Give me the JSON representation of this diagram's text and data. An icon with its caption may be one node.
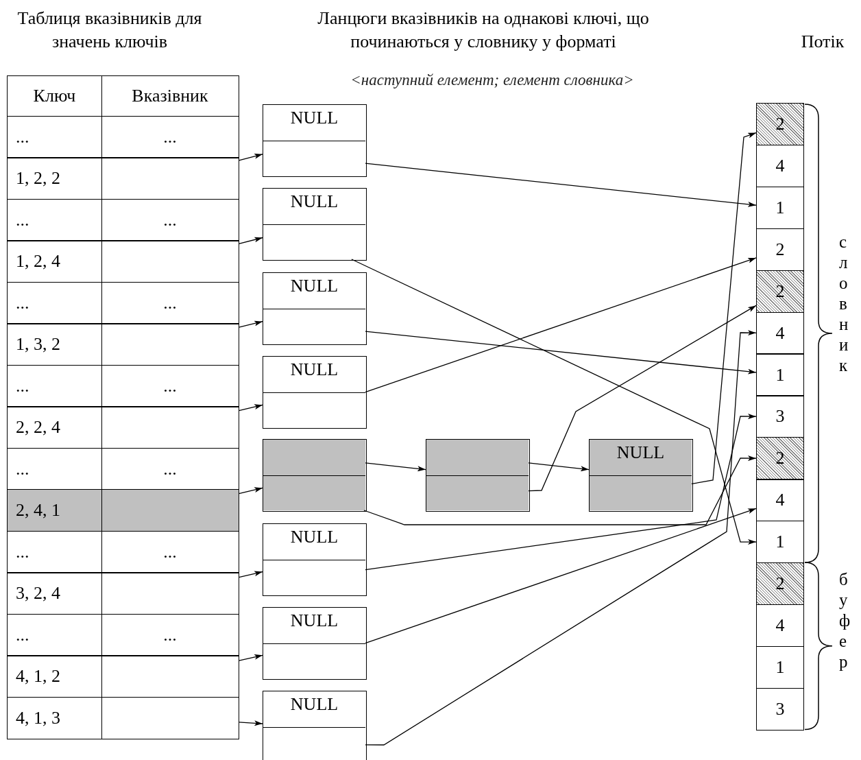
{
  "diagram": {
    "nodes": [
      {
        "text": [],
        "shape": "box"
      },
      {
        "text": [],
        "shape": "box"
      },
      {
        "text": [],
        "shape": "box"
      },
      {
        "text": [],
        "shape": "box"
      },
      {
        "text": [],
        "shape": "box"
      },
      {
        "text": [],
        "shape": "box"
      },
      {
        "text": [],
        "shape": "box"
      },
      {
        "text": [],
        "shape": "box"
      },
      {
        "text": [],
        "shape": "box"
      },
      {
        "text": [
          "NULL"
        ],
        "in": 8
      },
      {
        "text": [],
        "shape": "box",
        "in": 8
      },
      {
        "text": [],
        "shape": "box"
      },
      {
        "text": [
          "NULL"
        ],
        "in": 11
      },
      {
        "text": [],
        "shape": "box",
        "in": 11
      },
      {
        "text": [],
        "shape": "box"
      },
      {
        "text": [
          "NULL"
        ],
        "in": 14
      },
      {
        "text": [],
        "shape": "box",
        "in": 14
      },
      {
        "text": [],
        "shape": "box"
      },
      {
        "text": [
          "NULL"
        ],
        "in": 17
      },
      {
        "text": [],
        "shape": "box",
        "in": 17
      },
      {
        "text": [],
        "shape": "box"
      },
      {
        "text": [],
        "shape": "box",
        "in": 20
      },
      {
        "text": [],
        "shape": "box",
        "in": 20
      },
      {
        "text": [],
        "shape": "box"
      },
      {
        "text": [],
        "shape": "box",
        "in": 23
      },
      {
        "text": [],
        "shape": "box",
        "in": 23
      },
      {
        "text": [],
        "shape": "box"
      },
      {
        "text": [
          "NULL"
        ],
        "in": 26
      },
      {
        "text": [],
        "shape": "box",
        "in": 26
      },
      {
        "text": [],
        "shape": "box"
      },
      {
        "text": [
          "NULL"
        ],
        "in": 29
      },
      {
        "text": [],
        "shape": "box",
        "in": 29
      },
      {
        "text": [],
        "shape": "box"
      },
      {
        "text": [
          "NULL"
        ],
        "in": 32
      },
      {
        "text": [],
        "shape": "box",
        "in": 32
      },
      {
        "text": [],
        "shape": "box"
      },
      {
        "text": [
          "NULL"
        ],
        "in": 35
      },
      {
        "text": [],
        "shape": "box",
        "in": 35
      },
      {
        "text": [
          "2"
        ]
      },
      {
        "text": [
          "4"
        ]
      },
      {
        "text": [
          "1"
        ]
      },
      {
        "text": [
          "2"
        ]
      },
      {
        "text": [
          "2"
        ]
      },
      {
        "text": [
          "4"
        ]
      },
      {
        "text": [
          "1"
        ]
      },
      {
        "text": [
          "3"
        ]
      },
      {
        "text": [
          "2"
        ]
      },
      {
        "text": [
          "4"
        ]
      },
      {
        "text": [
          "1"
        ]
      },
      {
        "text": [
          "2"
        ]
      },
      {
        "text": [
          "4"
        ]
      },
      {
        "text": [
          "1"
        ]
      },
      {
        "text": [
          "3"
        ]
      }
    ],
    "edges": [
      {
        "from": 0,
        "to": 8,
        "arrow": "to"
      },
      {
        "from": 1,
        "to": 11,
        "arrow": "to"
      },
      {
        "from": 2,
        "to": 14,
        "arrow": "to"
      },
      {
        "from": 3,
        "to": 17,
        "arrow": "to"
      },
      {
        "from": 4,
        "to": 20,
        "arrow": "to"
      },
      {
        "from": 5,
        "to": 29,
        "arrow": "to"
      },
      {
        "from": 6,
        "to": 32,
        "arrow": "to"
      },
      {
        "from": 7,
        "to": 35,
        "arrow": "to"
      },
      {
        "from": 10,
        "to": 40,
        "arrow": "to"
      },
      {
        "from": 13,
        "to": 48,
        "arrow": "to"
      },
      {
        "from": 16,
        "to": 44,
        "arrow": "to"
      },
      {
        "from": 19,
        "to": 41,
        "arrow": "to"
      },
      {
        "from": 21,
        "to": 23,
        "arrow": "to"
      },
      {
        "from": 22,
        "to": 46,
        "arrow": "to"
      },
      {
        "from": 24,
        "to": 26,
        "arrow": "to"
      },
      {
        "from": 25,
        "to": 42,
        "arrow": "to"
      },
      {
        "from": 28,
        "to": 38,
        "arrow": "to"
      },
      {
        "from": 31,
        "to": 45,
        "arrow": "to"
      },
      {
        "from": 34,
        "to": 47,
        "arrow": "to"
      },
      {
        "from": 37,
        "to": 43,
        "arrow": "to"
      }
    ],
    "labels": [
      "Таблиця вказівників для значень ключів",
      "Ланцюги вказівників на однакові ключі, що починаються у словнику у форматі",
      "Потік",
      "<наступний елемент; елемент словника>",
      "Ключ",
      "Вказівник",
      "...",
      "...",
      "1, 2, 2",
      "...",
      "...",
      "1, 2, 4",
      "...",
      "...",
      "1, 3, 2",
      "...",
      "...",
      "2, 2, 4",
      "...",
      "...",
      "2, 4, 1",
      "...",
      "...",
      "3, 2, 4",
      "...",
      "...",
      "4, 1, 2",
      "4, 1, 3",
      "словник",
      "буфер"
    ]
  }
}
